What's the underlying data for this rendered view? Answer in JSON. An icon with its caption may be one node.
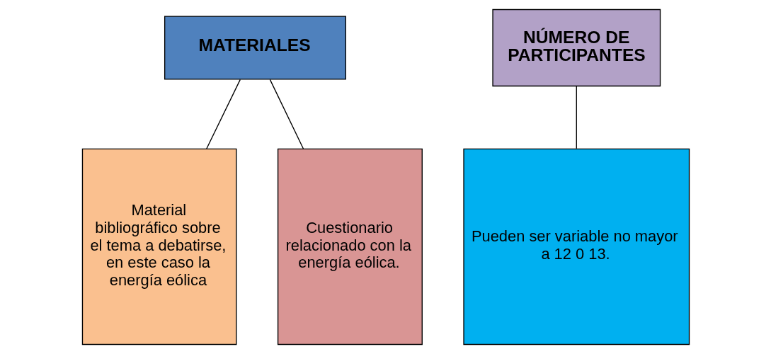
{
  "diagram": {
    "nodes": [
      {
        "text": [
          "MATERIALES"
        ]
      },
      {
        "text": [
          "Material bibliográfico sobre el tema a debatirse, en este caso la energía eólica"
        ]
      },
      {
        "text": [
          "Cuestionario relacionado con la energía eólica."
        ]
      },
      {
        "text": [
          "NÚMERO DE PARTICIPANTES"
        ]
      },
      {
        "text": [
          "Pueden ser variable no mayor a 12 0 13."
        ]
      }
    ],
    "edges": [
      {
        "from": 0,
        "to": 1,
        "arrow": "none"
      },
      {
        "from": 0,
        "to": 2,
        "arrow": "none"
      },
      {
        "from": 3,
        "to": 4,
        "arrow": "none"
      }
    ]
  }
}
